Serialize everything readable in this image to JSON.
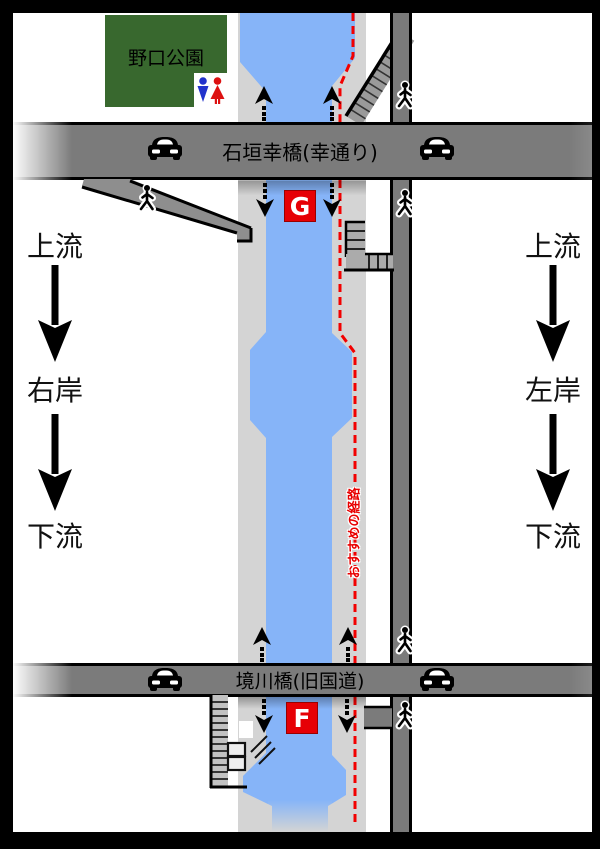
{
  "park": {
    "name": "野口公園"
  },
  "bridges": {
    "top": {
      "name": "石垣幸橋(幸通り)",
      "marker": "G"
    },
    "bottom": {
      "name": "境川橋(旧国道)",
      "marker": "F"
    }
  },
  "route": {
    "label": "おすすめの経路",
    "color": "#f20000",
    "style": "dashed"
  },
  "guides": {
    "left": {
      "upstream": "上流",
      "bank": "右岸",
      "downstream": "下流"
    },
    "right": {
      "upstream": "上流",
      "bank": "左岸",
      "downstream": "下流"
    }
  },
  "colors": {
    "river": "#86b4f8",
    "bank": "#d4d4d4",
    "road": "#7b7b7b",
    "park": "#38682e",
    "marker_bg": "#e60005",
    "marker_text": "#ffffff",
    "frame": "#000000",
    "restroom_male": "#2233cc",
    "restroom_female": "#dd1111"
  },
  "icons": [
    "car-icon",
    "pedestrian-icon",
    "restroom-icon",
    "stairs",
    "dotted-route-arrow",
    "flow-arrow"
  ]
}
